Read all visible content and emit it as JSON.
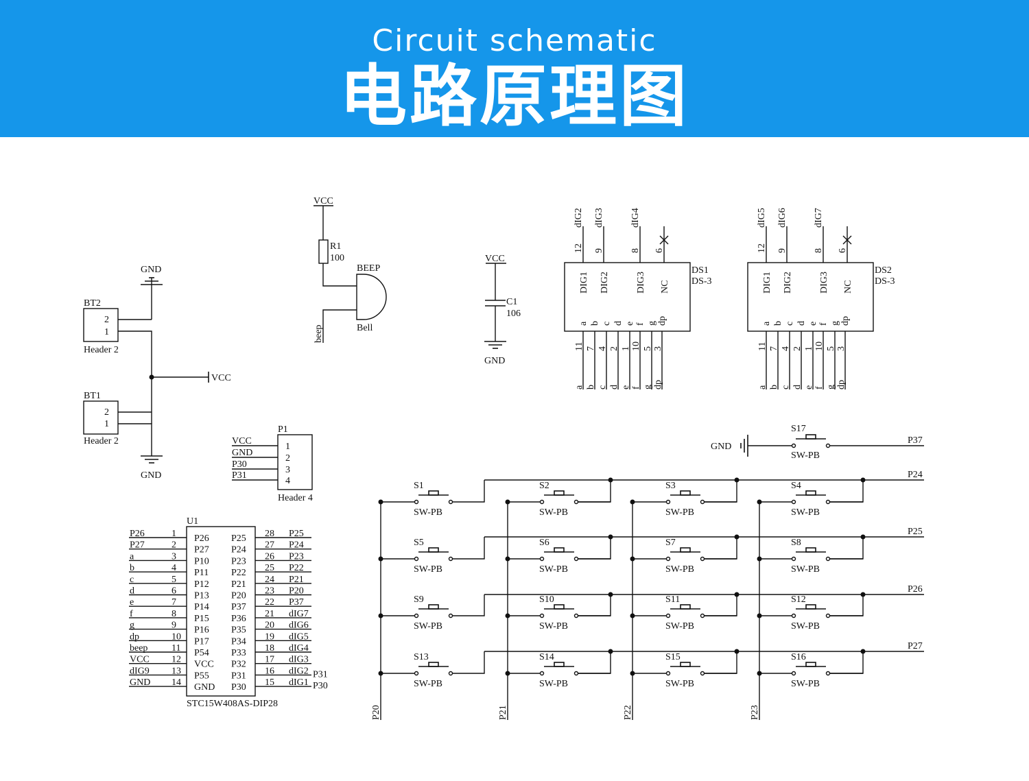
{
  "banner": {
    "subtitle": "Circuit schematic",
    "title": "电路原理图",
    "background": "#1596ea"
  },
  "labels": {
    "gnd": "GND",
    "vcc": "VCC",
    "sw_pb": "SW-PB",
    "header2": "Header 2",
    "header4": "Header 4",
    "ds3": "DS-3"
  },
  "battery": {
    "bt2": "BT2",
    "bt1": "BT1",
    "pins": [
      "2",
      "1"
    ]
  },
  "buzzer": {
    "r_ref": "R1",
    "r_val": "100",
    "ref": "BEEP",
    "type": "Bell",
    "net": "beep"
  },
  "capacitor": {
    "ref": "C1",
    "val": "106"
  },
  "header_p1": {
    "ref": "P1",
    "nets": [
      "VCC",
      "GND",
      "P30",
      "P31"
    ],
    "pins": [
      "1",
      "2",
      "3",
      "4"
    ]
  },
  "displays": [
    {
      "ref": "DS1",
      "top_nets": [
        "dIG2",
        "dIG3",
        "dIG4",
        ""
      ],
      "top_pins": [
        "12",
        "9",
        "8",
        "6"
      ],
      "inner_top": [
        "DIG1",
        "DIG2",
        "DIG3",
        "NC"
      ],
      "inner_bottom": [
        "a",
        "b",
        "c",
        "d",
        "e",
        "f",
        "g",
        "dp"
      ],
      "bottom_pins": [
        "11",
        "7",
        "4",
        "2",
        "1",
        "10",
        "5",
        "3"
      ],
      "bottom_nets": [
        "a",
        "b",
        "c",
        "d",
        "e",
        "f",
        "g",
        "dp"
      ]
    },
    {
      "ref": "DS2",
      "top_nets": [
        "dIG5",
        "dIG6",
        "dIG7",
        ""
      ],
      "top_pins": [
        "12",
        "9",
        "8",
        "6"
      ],
      "inner_top": [
        "DIG1",
        "DIG2",
        "DIG3",
        "NC"
      ],
      "inner_bottom": [
        "a",
        "b",
        "c",
        "d",
        "e",
        "f",
        "g",
        "dp"
      ],
      "bottom_pins": [
        "11",
        "7",
        "4",
        "2",
        "1",
        "10",
        "5",
        "3"
      ],
      "bottom_nets": [
        "a",
        "b",
        "c",
        "d",
        "e",
        "f",
        "g",
        "dp"
      ]
    }
  ],
  "mcu": {
    "ref": "U1",
    "part": "STC15W408AS-DIP28",
    "left": [
      {
        "net": "P26",
        "pin": "1",
        "name": "P26"
      },
      {
        "net": "P27",
        "pin": "2",
        "name": "P27"
      },
      {
        "net": "a",
        "pin": "3",
        "name": "P10"
      },
      {
        "net": "b",
        "pin": "4",
        "name": "P11"
      },
      {
        "net": "c",
        "pin": "5",
        "name": "P12"
      },
      {
        "net": "d",
        "pin": "6",
        "name": "P13"
      },
      {
        "net": "e",
        "pin": "7",
        "name": "P14"
      },
      {
        "net": "f",
        "pin": "8",
        "name": "P15"
      },
      {
        "net": "g",
        "pin": "9",
        "name": "P16"
      },
      {
        "net": "dp",
        "pin": "10",
        "name": "P17"
      },
      {
        "net": "beep",
        "pin": "11",
        "name": "P54"
      },
      {
        "net": "VCC",
        "pin": "12",
        "name": "VCC"
      },
      {
        "net": "dIG9",
        "pin": "13",
        "name": "P55"
      },
      {
        "net": "GND",
        "pin": "14",
        "name": "GND"
      }
    ],
    "right": [
      {
        "name": "P25",
        "pin": "28",
        "net": "P25",
        "extra": ""
      },
      {
        "name": "P24",
        "pin": "27",
        "net": "P24",
        "extra": ""
      },
      {
        "name": "P23",
        "pin": "26",
        "net": "P23",
        "extra": ""
      },
      {
        "name": "P22",
        "pin": "25",
        "net": "P22",
        "extra": ""
      },
      {
        "name": "P21",
        "pin": "24",
        "net": "P21",
        "extra": ""
      },
      {
        "name": "P20",
        "pin": "23",
        "net": "P20",
        "extra": ""
      },
      {
        "name": "P37",
        "pin": "22",
        "net": "P37",
        "extra": ""
      },
      {
        "name": "P36",
        "pin": "21",
        "net": "dIG7",
        "extra": ""
      },
      {
        "name": "P35",
        "pin": "20",
        "net": "dIG6",
        "extra": ""
      },
      {
        "name": "P34",
        "pin": "19",
        "net": "dIG5",
        "extra": ""
      },
      {
        "name": "P33",
        "pin": "18",
        "net": "dIG4",
        "extra": ""
      },
      {
        "name": "P32",
        "pin": "17",
        "net": "dIG3",
        "extra": ""
      },
      {
        "name": "P31",
        "pin": "16",
        "net": "dIG2",
        "extra": "P31"
      },
      {
        "name": "P30",
        "pin": "15",
        "net": "dIG1",
        "extra": "P30"
      }
    ]
  },
  "keypad": {
    "switches": [
      "S1",
      "S2",
      "S3",
      "S4",
      "S5",
      "S6",
      "S7",
      "S8",
      "S9",
      "S10",
      "S11",
      "S12",
      "S13",
      "S14",
      "S15",
      "S16"
    ],
    "row_nets": [
      "P24",
      "P25",
      "P26",
      "P27"
    ],
    "col_nets": [
      "P20",
      "P21",
      "P22",
      "P23"
    ],
    "s17": "S17",
    "s17_net": "P37"
  }
}
